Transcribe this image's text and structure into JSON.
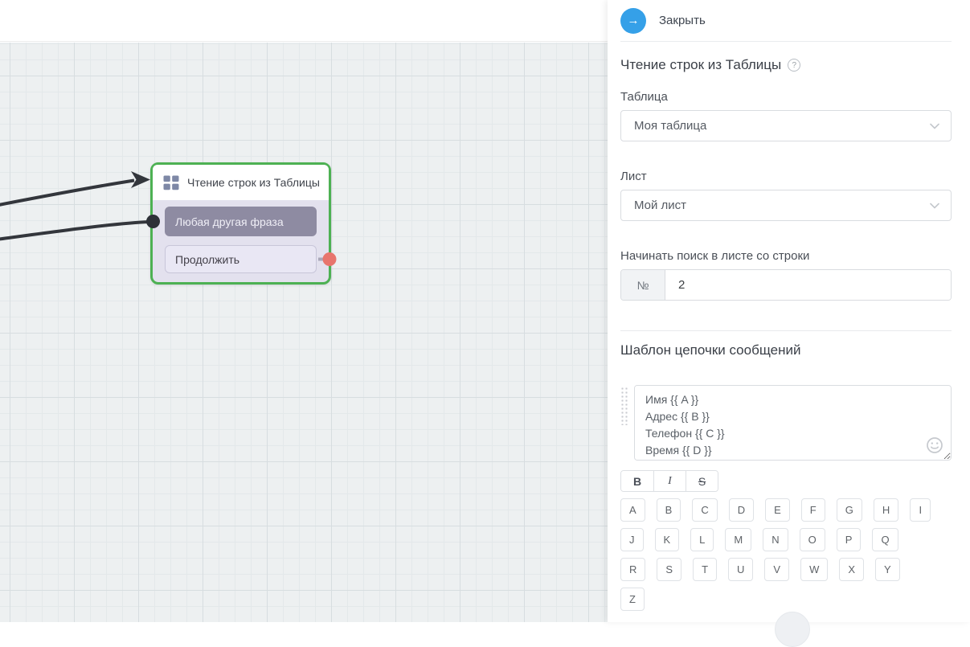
{
  "canvas": {
    "node": {
      "icon": "table-icon",
      "title": "Чтение строк из Таблицы",
      "buttons": [
        {
          "label": "Любая другая фраза",
          "variant": "filled"
        },
        {
          "label": "Продолжить",
          "variant": "outline"
        }
      ],
      "border_color": "#4db153",
      "input_port_color": "#2e3138",
      "output_port_color": "#e8756d"
    },
    "edge_color": "#33363c",
    "background_color": "#edf0f1"
  },
  "panel": {
    "close": {
      "label": "Закрыть",
      "icon": "arrow-right-icon",
      "circle_color": "#35a0e8",
      "arrow_glyph": "→"
    },
    "title": "Чтение строк из Таблицы",
    "help_glyph": "?",
    "fields": {
      "table": {
        "label": "Таблица",
        "value": "Моя таблица"
      },
      "sheet": {
        "label": "Лист",
        "value": "Мой лист"
      },
      "start_row": {
        "label": "Начинать поиск в листе со строки",
        "prefix": "№",
        "value": "2"
      }
    },
    "template_section": {
      "heading": "Шаблон цепочки сообщений",
      "textarea_value": "Имя {{ A }}\nАдрес {{ B }}\nТелефон {{ C }}\nВремя {{ D }}",
      "format_buttons": [
        "B",
        "I",
        "S"
      ],
      "column_rows": [
        [
          "A",
          "B",
          "C",
          "D",
          "E",
          "F",
          "G",
          "H",
          "I"
        ],
        [
          "J",
          "K",
          "L",
          "M",
          "N",
          "O",
          "P",
          "Q"
        ],
        [
          "R",
          "S",
          "T",
          "U",
          "V",
          "W",
          "X",
          "Y"
        ],
        [
          "Z"
        ]
      ]
    }
  }
}
